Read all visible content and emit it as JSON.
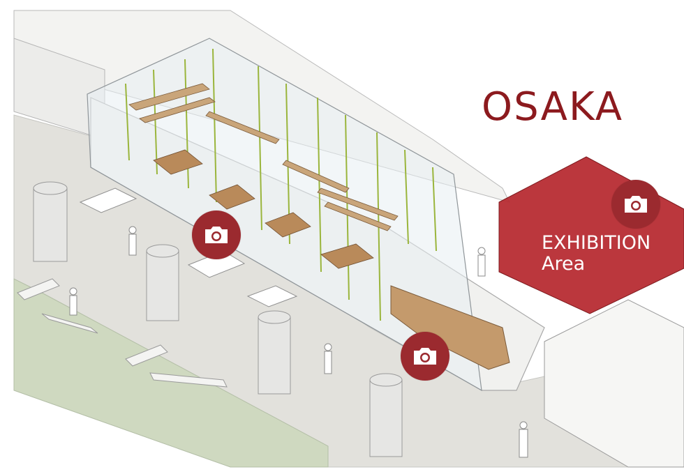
{
  "title": "OSAKA",
  "exhibition": {
    "line1": "EXHIBITION",
    "line2": "Area"
  },
  "markers": [
    {
      "icon": "camera-icon"
    },
    {
      "icon": "camera-icon"
    },
    {
      "icon": "camera-icon"
    }
  ],
  "colors": {
    "accent": "#8c1a1e",
    "exhibition_fill": "#b5262c",
    "marker": "#9b2a2f",
    "floor": "#e2e1dc",
    "grass": "#cfd9c0",
    "frame": "#9ab53c"
  }
}
